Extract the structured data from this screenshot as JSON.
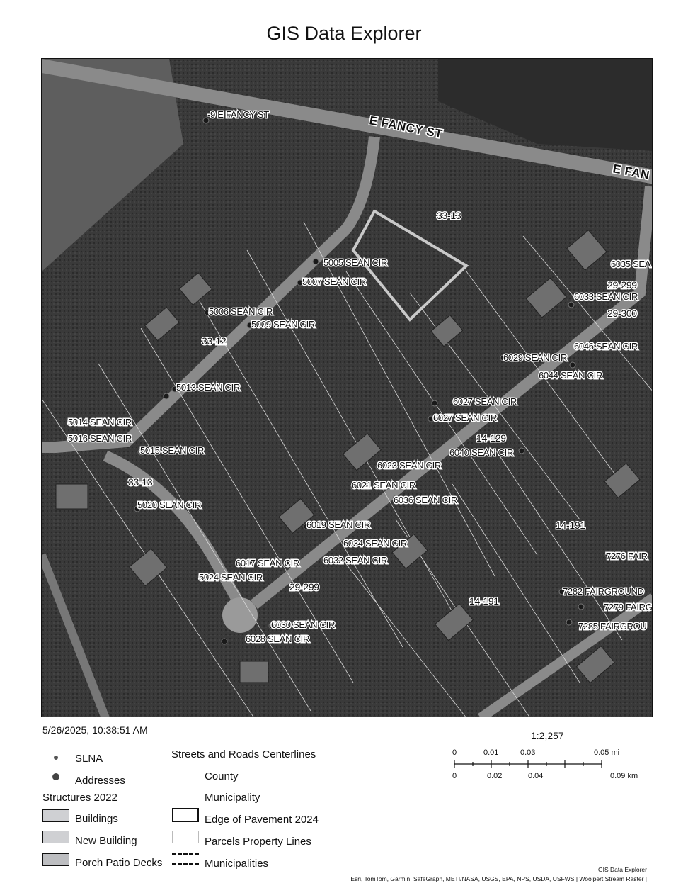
{
  "title": "GIS Data Explorer",
  "timestamp": "5/26/2025, 10:38:51 AM",
  "scale": {
    "ratio": "1:2,257",
    "top_ticks": [
      "0",
      "0.01",
      "0.03",
      "0.05 mi"
    ],
    "bottom_ticks": [
      "0",
      "0.02",
      "0.04",
      "0.09 km"
    ]
  },
  "map_labels": {
    "streets": [
      "E FANCY ST",
      "E FAN"
    ],
    "addresses": [
      "-9 E FANCY ST",
      "5005 SEAN CIR",
      "5007 SEAN CIR",
      "5006 SEAN CIR",
      "5009 SEAN CIR",
      "5013 SEAN CIR",
      "5014 SEAN CIR",
      "5016 SEAN CIR",
      "5015 SEAN CIR",
      "5020 SEAN CIR",
      "5024 SEAN CIR",
      "6017 SEAN CIR",
      "6019 SEAN CIR",
      "6021 SEAN CIR",
      "6023 SEAN CIR",
      "6027 SEAN CIR",
      "6027 SEAN CIR",
      "6029 SEAN CIR",
      "6030 SEAN CIR",
      "6028 SEAN CIR",
      "6032 SEAN CIR",
      "6034 SEAN CIR",
      "6036 SEAN CIR",
      "6040 SEAN CIR",
      "6044 SEAN CIR",
      "6046 SEAN CIR",
      "6033 SEAN CIR",
      "6035 SEA",
      "7276 FAIR",
      "7282 FAIRGROUND",
      "7279 FAIRG",
      "7285 FAIRGROU"
    ],
    "parcels": [
      "33-13",
      "33-12",
      "33-13",
      "29-299",
      "29-300",
      "14-129",
      "14-191",
      "14-191",
      "29-299"
    ]
  },
  "legend": {
    "slna": "SLNA",
    "addresses": "Addresses",
    "structures_heading": "Structures 2022",
    "buildings": "Buildings",
    "new_building": "New Building",
    "porch": "Porch Patio Decks",
    "streets_heading": "Streets and Roads Centerlines",
    "county": "County",
    "municipality": "Municipality",
    "edge": "Edge of Pavement 2024",
    "parcels_lines": "Parcels Property Lines",
    "municipalities": "Municipalities"
  },
  "attribution": {
    "line1": "GIS Data Explorer",
    "line2": "Esri, TomTom, Garmin, SafeGraph, METI/NASA, USGS, EPA, NPS, USDA, USFWS | Woolpert Stream Raster |"
  }
}
